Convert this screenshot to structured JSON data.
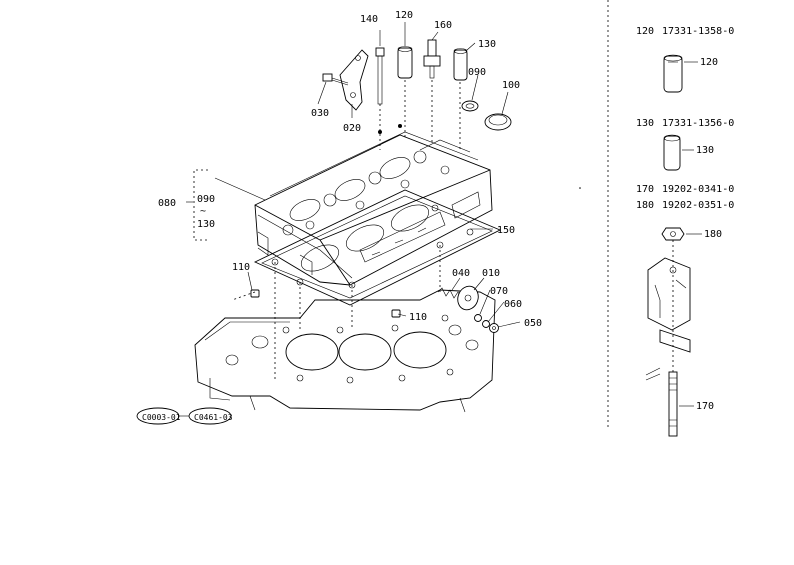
{
  "callouts": {
    "c140": "140",
    "c120": "120",
    "c160": "160",
    "c130": "130",
    "c090": "090",
    "c100": "100",
    "c030": "030",
    "c020": "020",
    "c080": "080",
    "c090b": "090",
    "c130b": "130",
    "tilde": "~",
    "c150": "150",
    "c110a": "110",
    "c110b": "110",
    "c040": "040",
    "c010": "010",
    "c070": "070",
    "c060": "060",
    "c050": "050"
  },
  "refs": {
    "r1": "C0003-01",
    "r2": "C0461-03"
  },
  "parts": [
    {
      "ref": "120",
      "part_no": "17331-1358-0"
    },
    {
      "ref": "130",
      "part_no": "17331-1356-0"
    },
    {
      "ref": "170",
      "part_no": "19202-0341-0"
    },
    {
      "ref": "180",
      "part_no": "19202-0351-0"
    }
  ],
  "detail_callouts": {
    "d120": "120",
    "d130": "130",
    "d180": "180",
    "d170": "170"
  }
}
